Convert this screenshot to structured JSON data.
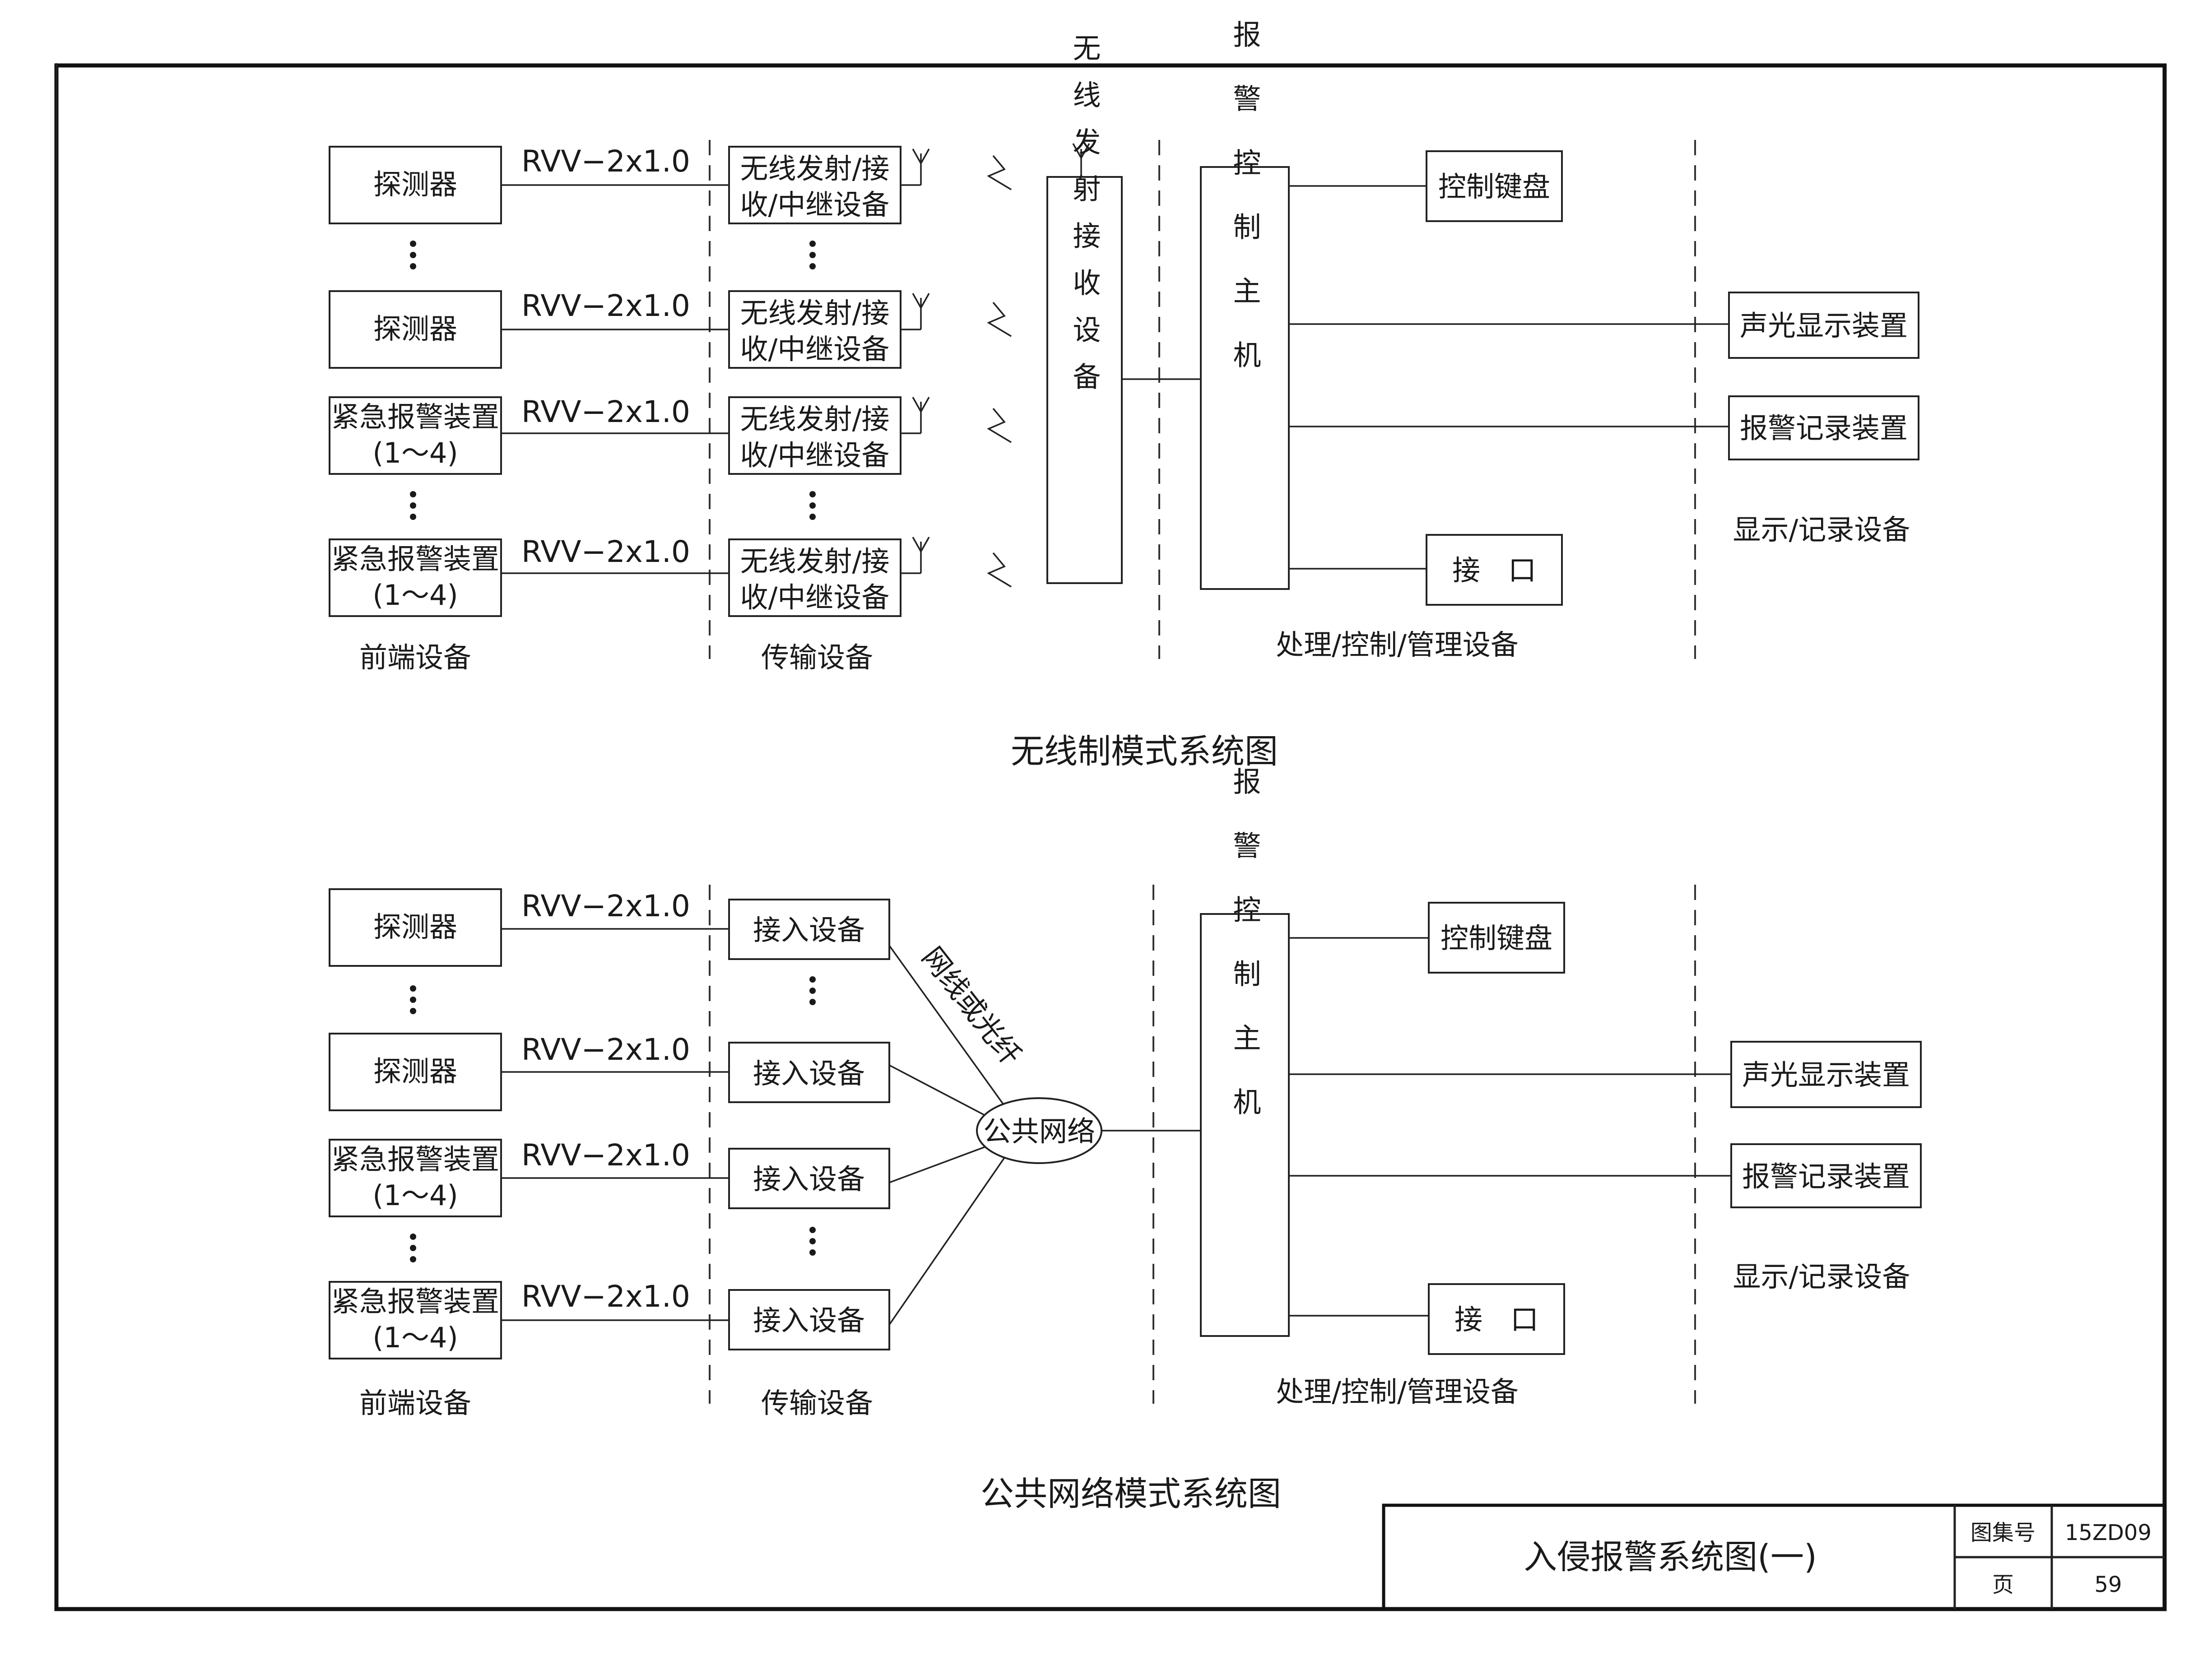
{
  "diagram_wireless": {
    "title": "无线制模式系统图",
    "front_devices": [
      {
        "line1": "探测器",
        "line2": ""
      },
      {
        "line1": "探测器",
        "line2": ""
      },
      {
        "line1": "紧急报警装置",
        "line2": "(1～4)"
      },
      {
        "line1": "紧急报警装置",
        "line2": "(1～4)"
      }
    ],
    "cable_label": "RVV−2x1.0",
    "transceiver_line1": "无线发射/接",
    "transceiver_line2": "收/中继设备",
    "central_transceiver": "无线发射接收设备",
    "host": "报警控制主机",
    "keyboard": "控制键盘",
    "interface": "接　口",
    "sound_light": "声光显示装置",
    "recorder": "报警记录装置",
    "sections": {
      "front": "前端设备",
      "transmission": "传输设备",
      "processing": "处理/控制/管理设备",
      "display": "显示/记录设备"
    }
  },
  "diagram_public": {
    "title": "公共网络模式系统图",
    "front_devices": [
      {
        "line1": "探测器",
        "line2": ""
      },
      {
        "line1": "探测器",
        "line2": ""
      },
      {
        "line1": "紧急报警装置",
        "line2": "(1～4)"
      },
      {
        "line1": "紧急报警装置",
        "line2": "(1～4)"
      }
    ],
    "cable_label": "RVV−2x1.0",
    "access_device": "接入设备",
    "network_cable": "网线或光纤",
    "public_network": "公共网络",
    "host": "报警控制主机",
    "keyboard": "控制键盘",
    "interface": "接　口",
    "sound_light": "声光显示装置",
    "recorder": "报警记录装置",
    "sections": {
      "front": "前端设备",
      "transmission": "传输设备",
      "processing": "处理/控制/管理设备",
      "display": "显示/记录设备"
    }
  },
  "title_block": {
    "drawing_title": "入侵报警系统图(一)",
    "atlas_label": "图集号",
    "atlas_number": "15ZD09",
    "page_label": "页",
    "page_number": "59"
  }
}
